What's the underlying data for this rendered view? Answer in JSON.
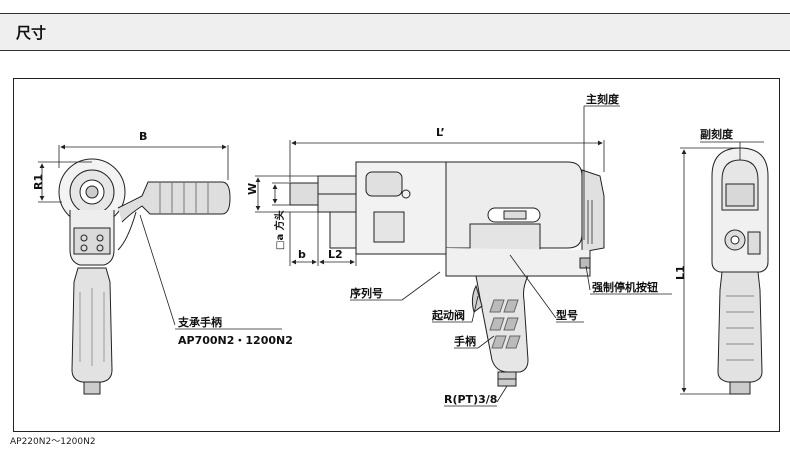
{
  "section_title": "尺寸",
  "caption": "AP220N2～1200N2",
  "dimensions": {
    "B": "B",
    "R1": "R1",
    "W": "W",
    "L_prime": "L’",
    "L1": "L1",
    "L2": "L2",
    "b": "b",
    "a_square": "□a 方头"
  },
  "callouts": {
    "main_scale": "主刻度",
    "sub_scale": "副刻度",
    "serial_number": "序列号",
    "emergency_stop": "强制停机按钮",
    "trigger_valve": "起动阀",
    "model": "型号",
    "handle": "手柄",
    "air_inlet": "R(PT)3/8",
    "support_handle": "支承手柄",
    "support_handle_models": "AP700N2・1200N2"
  }
}
